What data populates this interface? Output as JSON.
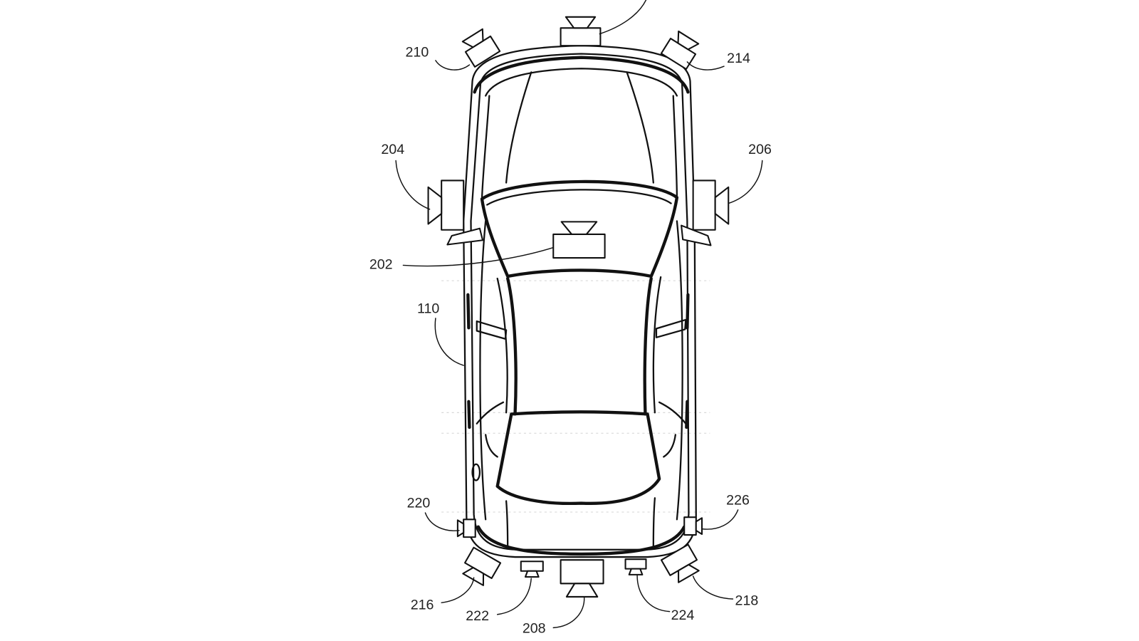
{
  "labels": {
    "front_left_camera": "210",
    "front_right_camera": "214",
    "left_side_camera": "204",
    "right_side_camera": "206",
    "windshield_camera": "202",
    "vehicle": "110",
    "rear_left_small_camera": "220",
    "rear_right_small_camera": "226",
    "rear_left_camera": "216",
    "rear_left_bumper_camera": "222",
    "rear_camera": "208",
    "rear_right_bumper_camera": "224",
    "rear_right_camera": "218"
  },
  "colors": {
    "line": "#111111",
    "background": "#ffffff"
  }
}
